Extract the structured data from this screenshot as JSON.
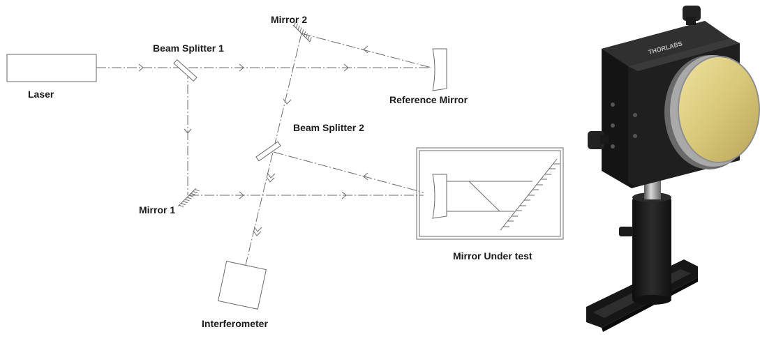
{
  "labels": {
    "laser": "Laser",
    "beam_splitter_1": "Beam Splitter 1",
    "beam_splitter_2": "Beam Splitter 2",
    "mirror_1": "Mirror 1",
    "mirror_2": "Mirror 2",
    "reference_mirror": "Reference Mirror",
    "mirror_under_test": "Mirror Under test",
    "interferometer": "Interferometer"
  },
  "photo": {
    "brand_text": "THORLABS",
    "subject": "kinematic-mirror-mount-photo",
    "mirror_color": "#d8c878",
    "mount_color": "#1c1c1c"
  }
}
